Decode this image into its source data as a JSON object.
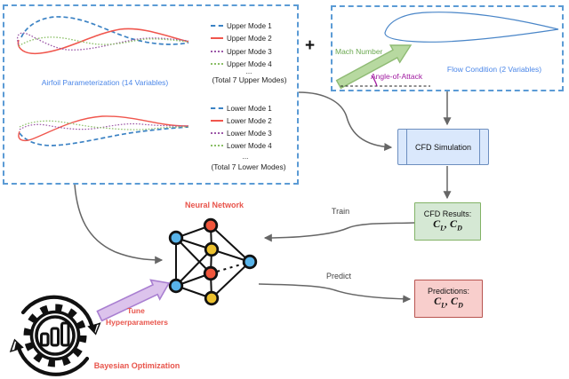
{
  "figure": {
    "type": "workflow-diagram",
    "colors": {
      "dashed_box_border": "#5b9bd5",
      "caption_blue": "#4a86e8",
      "mode1_blue": "#3b82c4",
      "mode2_red": "#f0564d",
      "mode3_purple": "#9c59a8",
      "mode4_green": "#8bbf67",
      "mach_green": "#6aa84f",
      "aoa_purple": "#a01aa0",
      "cfd_sim_fill": "#dae8fc",
      "cfd_sim_border": "#6c8ebf",
      "cfd_res_fill": "#d5e8d4",
      "cfd_res_border": "#82b366",
      "pred_fill": "#f8cecc",
      "pred_border": "#b85450",
      "nn_node_blue": "#58b3e9",
      "nn_node_red": "#f0563c",
      "nn_node_yellow": "#ecc12f",
      "red_annotation": "#e8544b",
      "arrow_gray": "#666666",
      "tune_arrow_fill": "#dcc3ec",
      "tune_arrow_border": "#a97fd1",
      "mach_arrow_fill": "#b7d9a0",
      "mach_arrow_border": "#8fbb74"
    }
  },
  "param_box": {
    "caption": "Airfoil Parameterization (14 Variables)",
    "upper_legend": {
      "items": [
        {
          "label": "Upper Mode 1",
          "style": "blue-dashed"
        },
        {
          "label": "Upper Mode 2",
          "style": "red-solid"
        },
        {
          "label": "Upper Mode 3",
          "style": "purple-dotted"
        },
        {
          "label": "Upper Mode 4",
          "style": "green-dotted"
        }
      ],
      "ellipsis": "...",
      "total": "(Total 7 Upper Modes)"
    },
    "lower_legend": {
      "items": [
        {
          "label": "Lower Mode 1",
          "style": "blue-dashed"
        },
        {
          "label": "Lower Mode 2",
          "style": "red-solid"
        },
        {
          "label": "Lower Mode 3",
          "style": "purple-dotted"
        },
        {
          "label": "Lower Mode 4",
          "style": "green-dotted"
        }
      ],
      "ellipsis": "...",
      "total": "(Total 7 Lower Modes)"
    }
  },
  "plus_sign": "+",
  "flow_box": {
    "mach_label": "Mach Number",
    "aoa_label": "Angle-of-Attack",
    "caption": "Flow Condition (2 Variables)"
  },
  "cfd_simulation": {
    "label": "CFD Simulation"
  },
  "cfd_results": {
    "title": "CFD Results:",
    "math": {
      "c1": "C",
      "s1": "L",
      "sep": ", ",
      "c2": "C",
      "s2": "D"
    }
  },
  "predictions": {
    "title": "Predictions:",
    "math": {
      "c1": "C",
      "s1": "L",
      "sep": ", ",
      "c2": "C",
      "s2": "D"
    }
  },
  "arrows": {
    "train": "Train",
    "predict": "Predict"
  },
  "neural_network": {
    "label": "Neural Network"
  },
  "bayesian": {
    "tune_line1": "Tune",
    "tune_line2": "Hyperparameters",
    "label": "Bayesian Optimization",
    "icon": "gear-refresh-bar-chart-icon"
  }
}
